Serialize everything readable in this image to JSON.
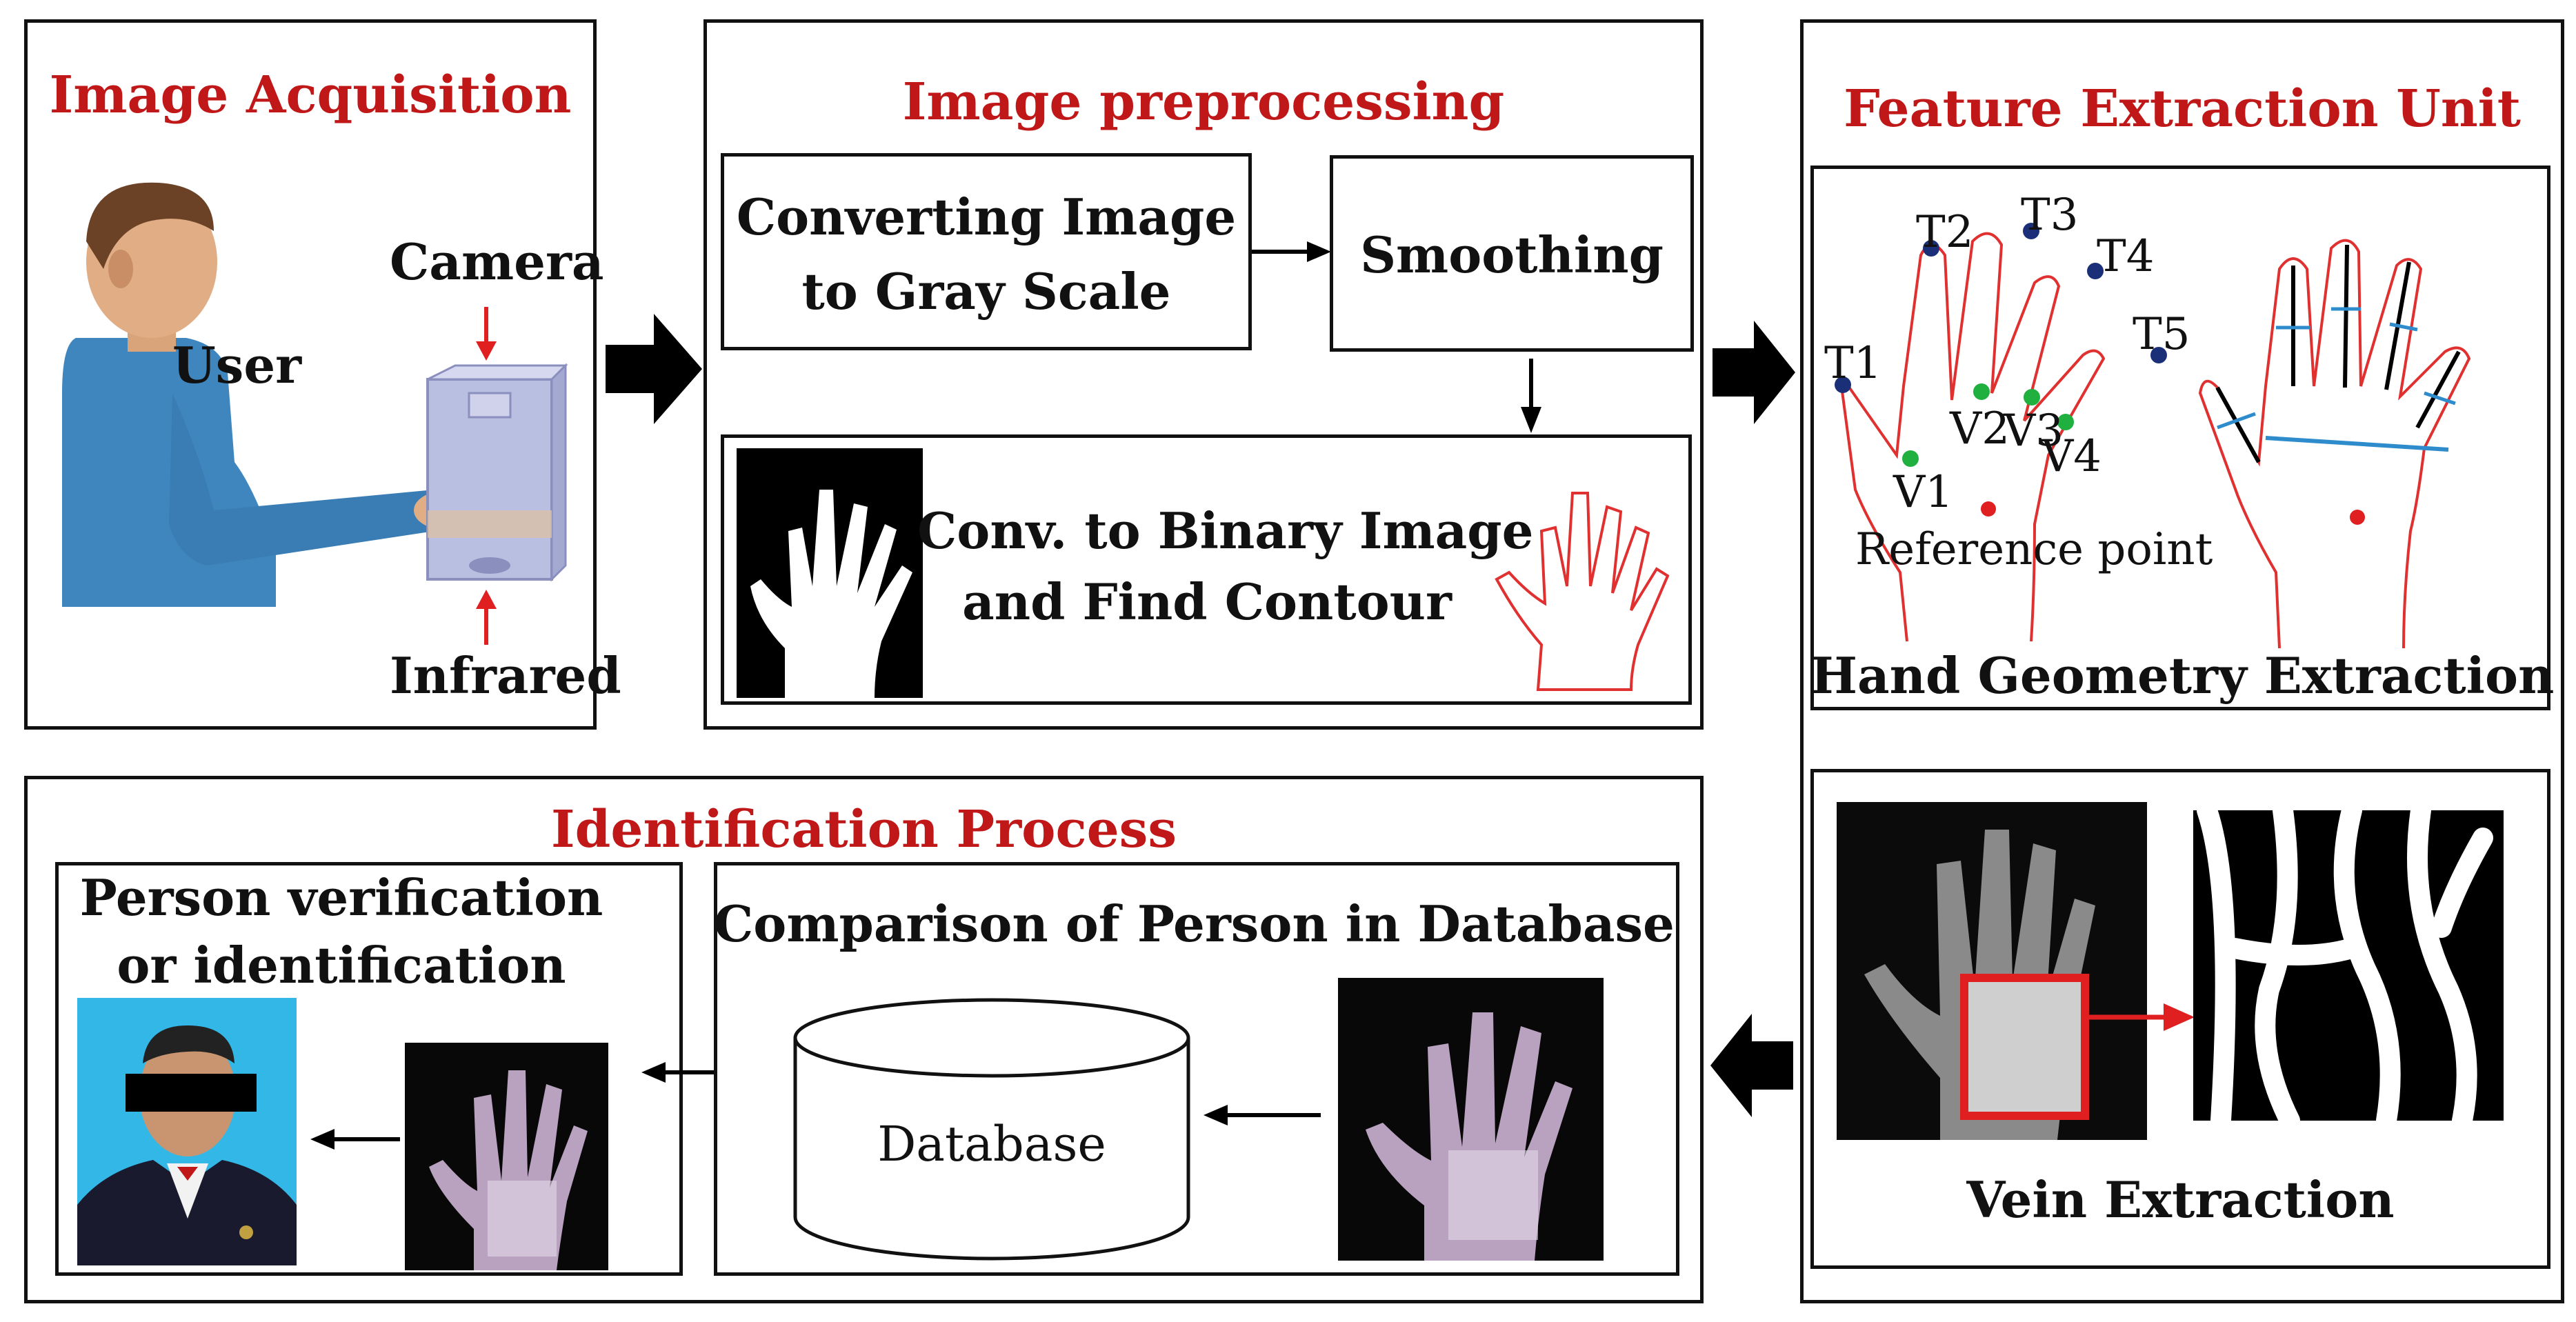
{
  "acquisition": {
    "title": "Image Acquisition",
    "user_label": "User",
    "camera_label": "Camera",
    "infrared_label": "Infrared"
  },
  "preprocessing": {
    "title": "Image preprocessing",
    "gray_line1": "Converting Image",
    "gray_line2": "to Gray Scale",
    "smoothing": "Smoothing",
    "binary_line1": "Conv. to Binary Image",
    "binary_line2": "and Find Contour"
  },
  "feature": {
    "title": "Feature Extraction Unit",
    "points": [
      "T1",
      "T2",
      "T3",
      "T4",
      "T5",
      "V1",
      "V2",
      "V3",
      "V4"
    ],
    "reference_label": "Reference point",
    "hand_geometry": "Hand Geometry Extraction",
    "vein": "Vein Extraction"
  },
  "identification": {
    "title": "Identification Process",
    "verify_line1": "Person verification",
    "verify_line2": "or identification",
    "comparison": "Comparison of Person in Database",
    "database": "Database"
  },
  "colors": {
    "accent_red": "#c01818",
    "contour_red": "#e03030",
    "point_blue": "#1a2f78",
    "point_green": "#20b040",
    "line_blue": "#2e8ccc"
  }
}
